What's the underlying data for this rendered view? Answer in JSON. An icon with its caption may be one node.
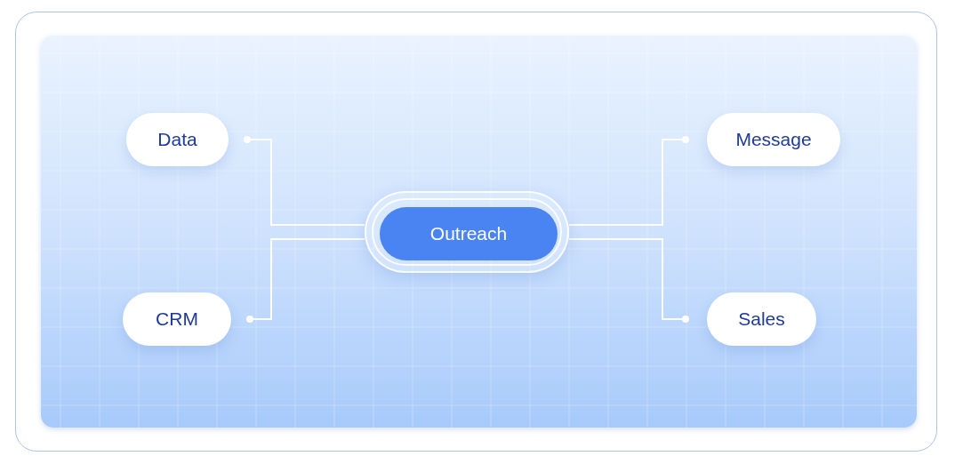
{
  "diagram": {
    "nodes": [
      {
        "text": [
          "Data"
        ]
      },
      {
        "text": [
          "Message"
        ]
      },
      {
        "text": [
          "Outreach"
        ]
      },
      {
        "text": [
          "CRM"
        ]
      },
      {
        "text": [
          "Sales"
        ]
      }
    ],
    "edges": [
      {
        "from": 2,
        "to": 0,
        "arrow": "other"
      },
      {
        "from": 2,
        "to": 1,
        "arrow": "other"
      },
      {
        "from": 2,
        "to": 3,
        "arrow": "other"
      },
      {
        "from": 2,
        "to": 4,
        "arrow": "other"
      }
    ]
  }
}
